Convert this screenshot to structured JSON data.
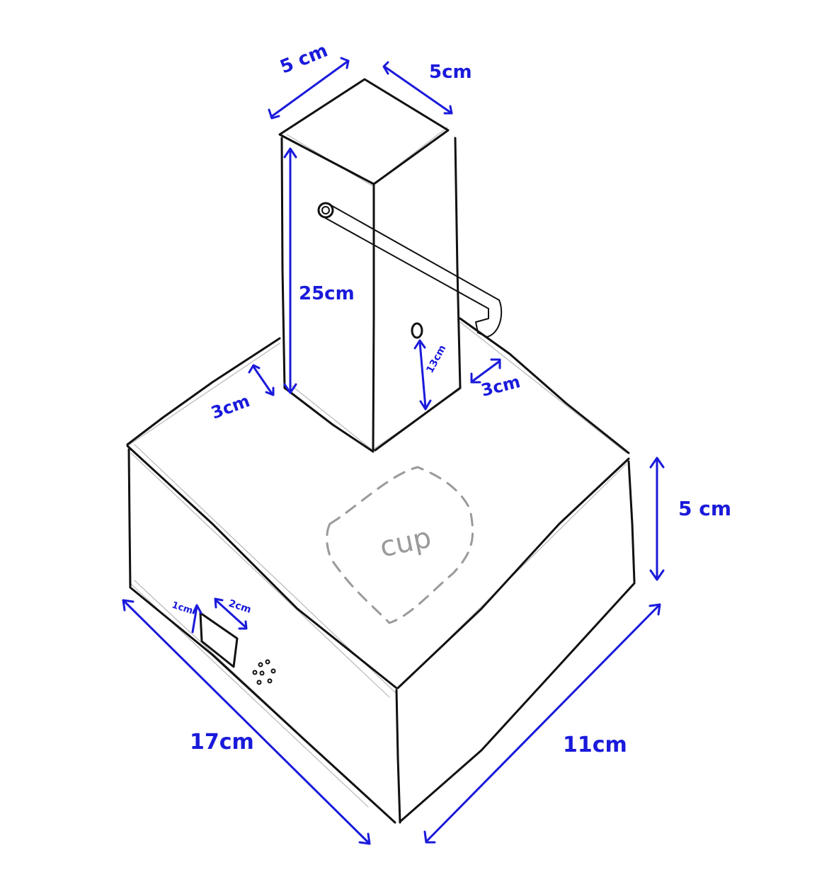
{
  "labels": {
    "tower_width_top_left": "5 cm",
    "tower_width_top_right": "5cm",
    "tower_height": "25cm",
    "tower_inset_left": "3cm",
    "button_height": "13cm",
    "tower_inset_right": "3cm",
    "base_height": "5 cm",
    "base_length": "17cm",
    "base_width": "11cm",
    "screen_height": "1cm",
    "screen_width": "2cm",
    "cup_zone": "cup"
  },
  "colors": {
    "ink": "#111111",
    "dimension": "#1a1adb",
    "cup_zone": "#9a9a9a"
  }
}
